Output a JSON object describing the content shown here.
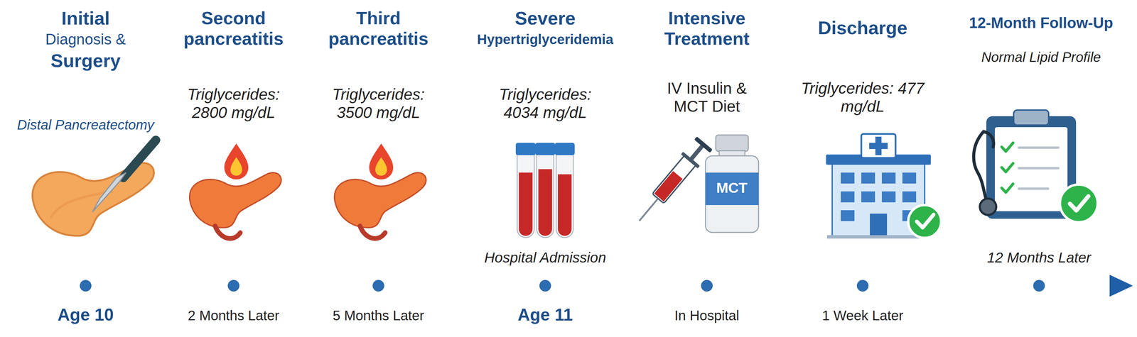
{
  "diagram": {
    "labels": [
      "Initial",
      "Diagnosis &",
      "Surgery",
      "Distal Pancreatectomy",
      "Second pancreatitis",
      "Triglycerides: 2800 mg/dL",
      "Third pancreatitis",
      "Triglycerides: 3500 mg/dL",
      "Severe",
      "Hypertriglyceridemia",
      "Triglycerides: 4034 mg/dL",
      "Intensive Treatment",
      "IV Insulin & MCT Diet",
      "MCT",
      "Discharge",
      "Triglycerides: 477 mg/dL",
      "12-Month Follow-Up",
      "Normal Lipid Profile",
      "Hospital Admission",
      "12 Months Later",
      "Age 10",
      "2 Months Later",
      "5 Months Later",
      "Age 11",
      "In Hospital",
      "1 Week Later"
    ]
  }
}
